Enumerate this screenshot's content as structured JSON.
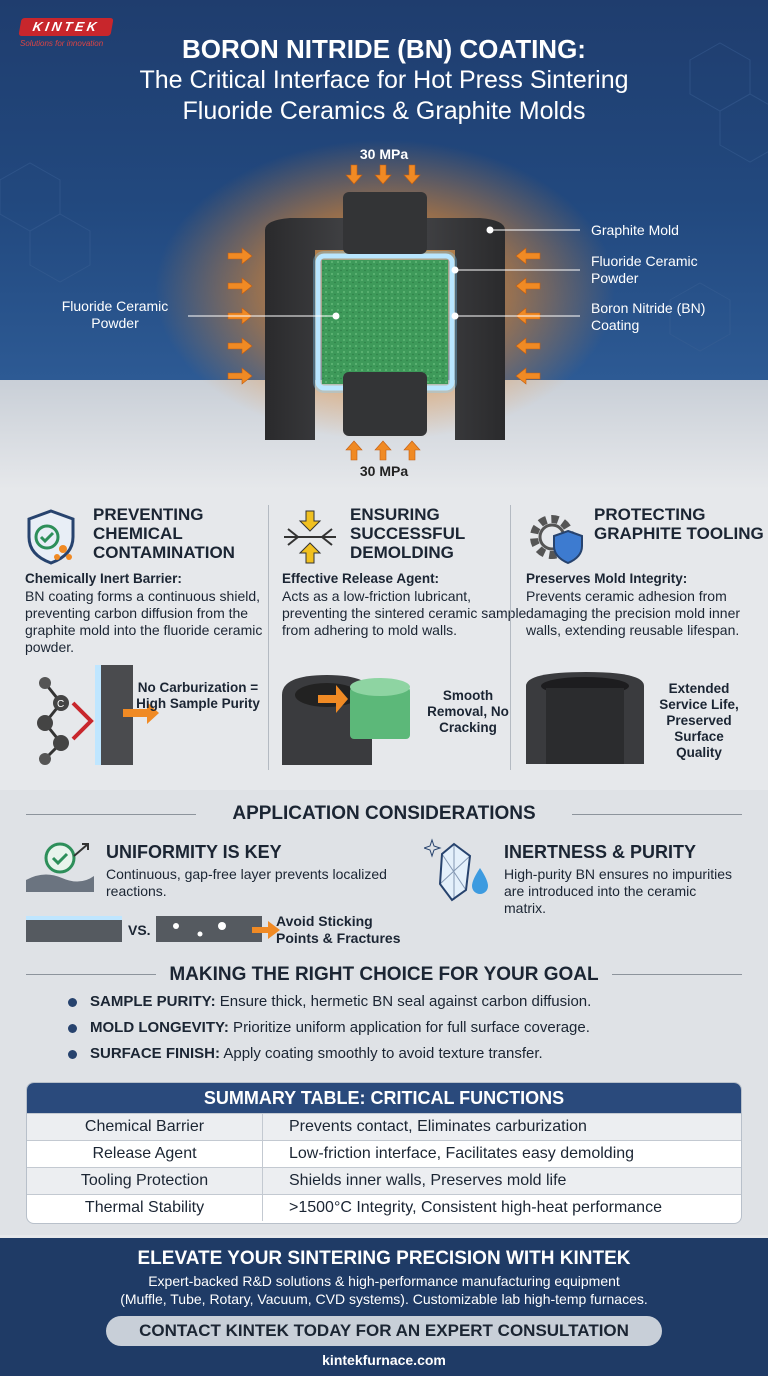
{
  "brand": {
    "logo_text": "KINTEK",
    "tagline": "Solutions for innovation"
  },
  "header": {
    "title_line1": "BORON NITRIDE (BN) COATING:",
    "title_line2": "The Critical Interface for Hot Press Sintering",
    "title_line3": "Fluoride Ceramics & Graphite Molds"
  },
  "diagram": {
    "pressure_top": "30 MPa",
    "pressure_bottom": "30 MPa",
    "label_mold": "Graphite Mold",
    "label_powder_right": "Fluoride Ceramic Powder",
    "label_bn": "Boron Nitride (BN) Coating",
    "label_powder_left": "Fluoride Ceramic Powder"
  },
  "columns": [
    {
      "title": "PREVENTING CHEMICAL CONTAMINATION",
      "subtitle": "Chemically Inert Barrier:",
      "body": "BN coating forms a continuous shield, preventing carbon diffusion from the graphite mold into the fluoride ceramic powder.",
      "caption": "No Carburization = High Sample Purity",
      "atom_label": "C"
    },
    {
      "title": "ENSURING SUCCESSFUL DEMOLDING",
      "subtitle": "Effective Release Agent:",
      "body": "Acts as a low-friction lubricant, preventing the sintered ceramic sample from adhering to mold walls.",
      "caption": "Smooth Removal, No Cracking"
    },
    {
      "title": "PROTECTING GRAPHITE TOOLING",
      "subtitle": "Preserves Mold Integrity:",
      "body": "Prevents ceramic adhesion from damaging the precision mold inner walls, extending reusable lifespan.",
      "caption": "Extended Service Life, Preserved Surface Quality"
    }
  ],
  "application": {
    "heading": "APPLICATION CONSIDERATIONS",
    "uniformity_title": "UNIFORMITY IS KEY",
    "uniformity_body": "Continuous, gap-free layer prevents localized reactions.",
    "vs_label": "VS.",
    "avoid_label": "Avoid Sticking Points & Fractures",
    "inertness_title": "INERTNESS & PURITY",
    "inertness_body": "High-purity BN ensures no impurities are introduced into the ceramic matrix."
  },
  "goals": {
    "heading": "MAKING THE RIGHT CHOICE FOR YOUR GOAL",
    "items": [
      {
        "key": "SAMPLE PURITY:",
        "text": " Ensure thick, hermetic BN seal against carbon diffusion."
      },
      {
        "key": "MOLD LONGEVITY:",
        "text": " Prioritize uniform application for full surface coverage."
      },
      {
        "key": "SURFACE FINISH:",
        "text": " Apply coating smoothly to avoid texture transfer."
      }
    ]
  },
  "summary_table": {
    "heading": "SUMMARY TABLE: CRITICAL FUNCTIONS",
    "rows": [
      {
        "function": "Chemical Barrier",
        "detail": "Prevents contact, Eliminates carburization"
      },
      {
        "function": "Release Agent",
        "detail": "Low-friction interface, Facilitates easy demolding"
      },
      {
        "function": "Tooling Protection",
        "detail": "Shields inner walls, Preserves mold life"
      },
      {
        "function": "Thermal Stability",
        "detail": ">1500°C Integrity, Consistent high-heat performance"
      }
    ]
  },
  "footer": {
    "headline": "ELEVATE YOUR SINTERING PRECISION WITH KINTEK",
    "body_line1": "Expert-backed R&D solutions & high-performance manufacturing equipment",
    "body_line2": "(Muffle, Tube, Rotary, Vacuum, CVD systems). Customizable lab high-temp furnaces.",
    "cta": "CONTACT KINTEK TODAY FOR AN EXPERT CONSULTATION",
    "url": "kintekfurnace.com"
  },
  "colors": {
    "navy": "#1f3b66",
    "green_powder": "#3e9a5a",
    "bn_glow": "#bfe6ff",
    "arrow_orange": "#f08a24",
    "logo_red": "#c8262c"
  }
}
